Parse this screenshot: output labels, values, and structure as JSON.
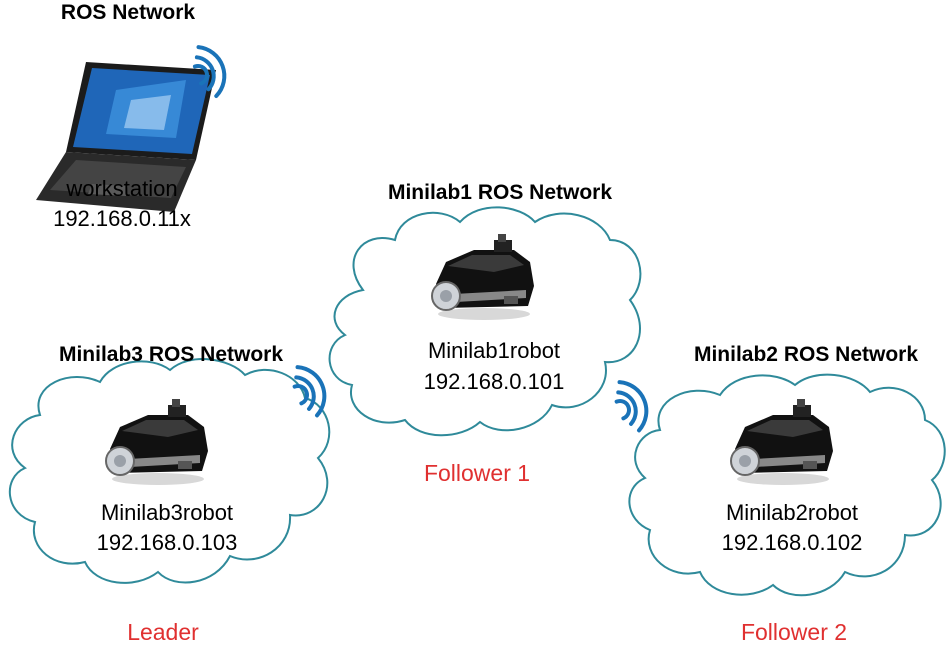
{
  "colors": {
    "cloud_stroke": "#2f8a9a",
    "wifi": "#1a73b8",
    "role": "#e03030",
    "robot_body": "#111111"
  },
  "workstation": {
    "network_title": "ROS Network",
    "hostname": "workstation",
    "ip": "192.168.0.11x",
    "icon": "laptop-icon"
  },
  "nodes": [
    {
      "id": "minilab1",
      "network_title": "Minilab1 ROS Network",
      "hostname": "Minilab1robot",
      "ip": "192.168.0.101",
      "role": "Follower 1",
      "icon": "robot-icon"
    },
    {
      "id": "minilab2",
      "network_title": "Minilab2 ROS Network",
      "hostname": "Minilab2robot",
      "ip": "192.168.0.102",
      "role": "Follower 2",
      "icon": "robot-icon"
    },
    {
      "id": "minilab3",
      "network_title": "Minilab3 ROS Network",
      "hostname": "Minilab3robot",
      "ip": "192.168.0.103",
      "role": "Leader",
      "icon": "robot-icon"
    }
  ]
}
